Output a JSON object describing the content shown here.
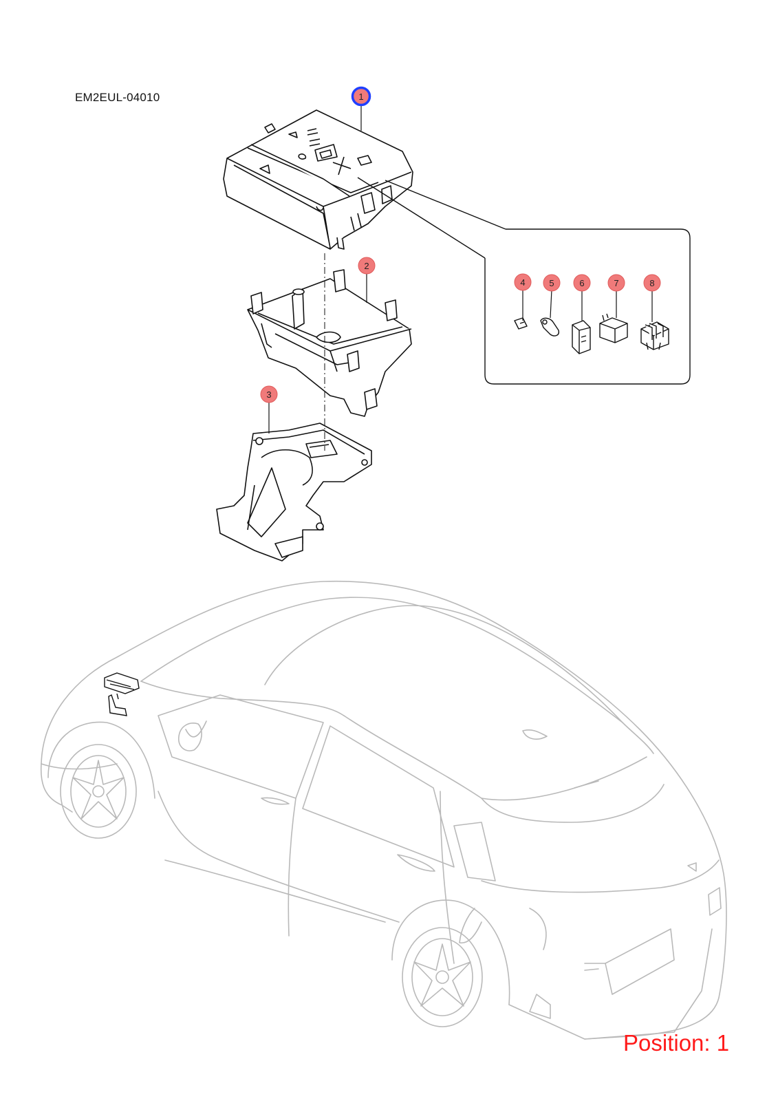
{
  "diagram": {
    "code": "EM2EUL-04010",
    "position_label": "Position: 1",
    "selected_callout": "1",
    "colors": {
      "callout_fill": "#f07a7a",
      "selected_ring": "#1f3fff",
      "position_text": "#ff1a1a",
      "car_line": "#b9b9b9",
      "part_line": "#111111"
    },
    "callouts": [
      {
        "id": "c1",
        "label": "1",
        "selected": true
      },
      {
        "id": "c2",
        "label": "2"
      },
      {
        "id": "c3",
        "label": "3"
      },
      {
        "id": "c4",
        "label": "4"
      },
      {
        "id": "c5",
        "label": "5"
      },
      {
        "id": "c6",
        "label": "6"
      },
      {
        "id": "c7",
        "label": "7"
      },
      {
        "id": "c8",
        "label": "8"
      }
    ]
  }
}
